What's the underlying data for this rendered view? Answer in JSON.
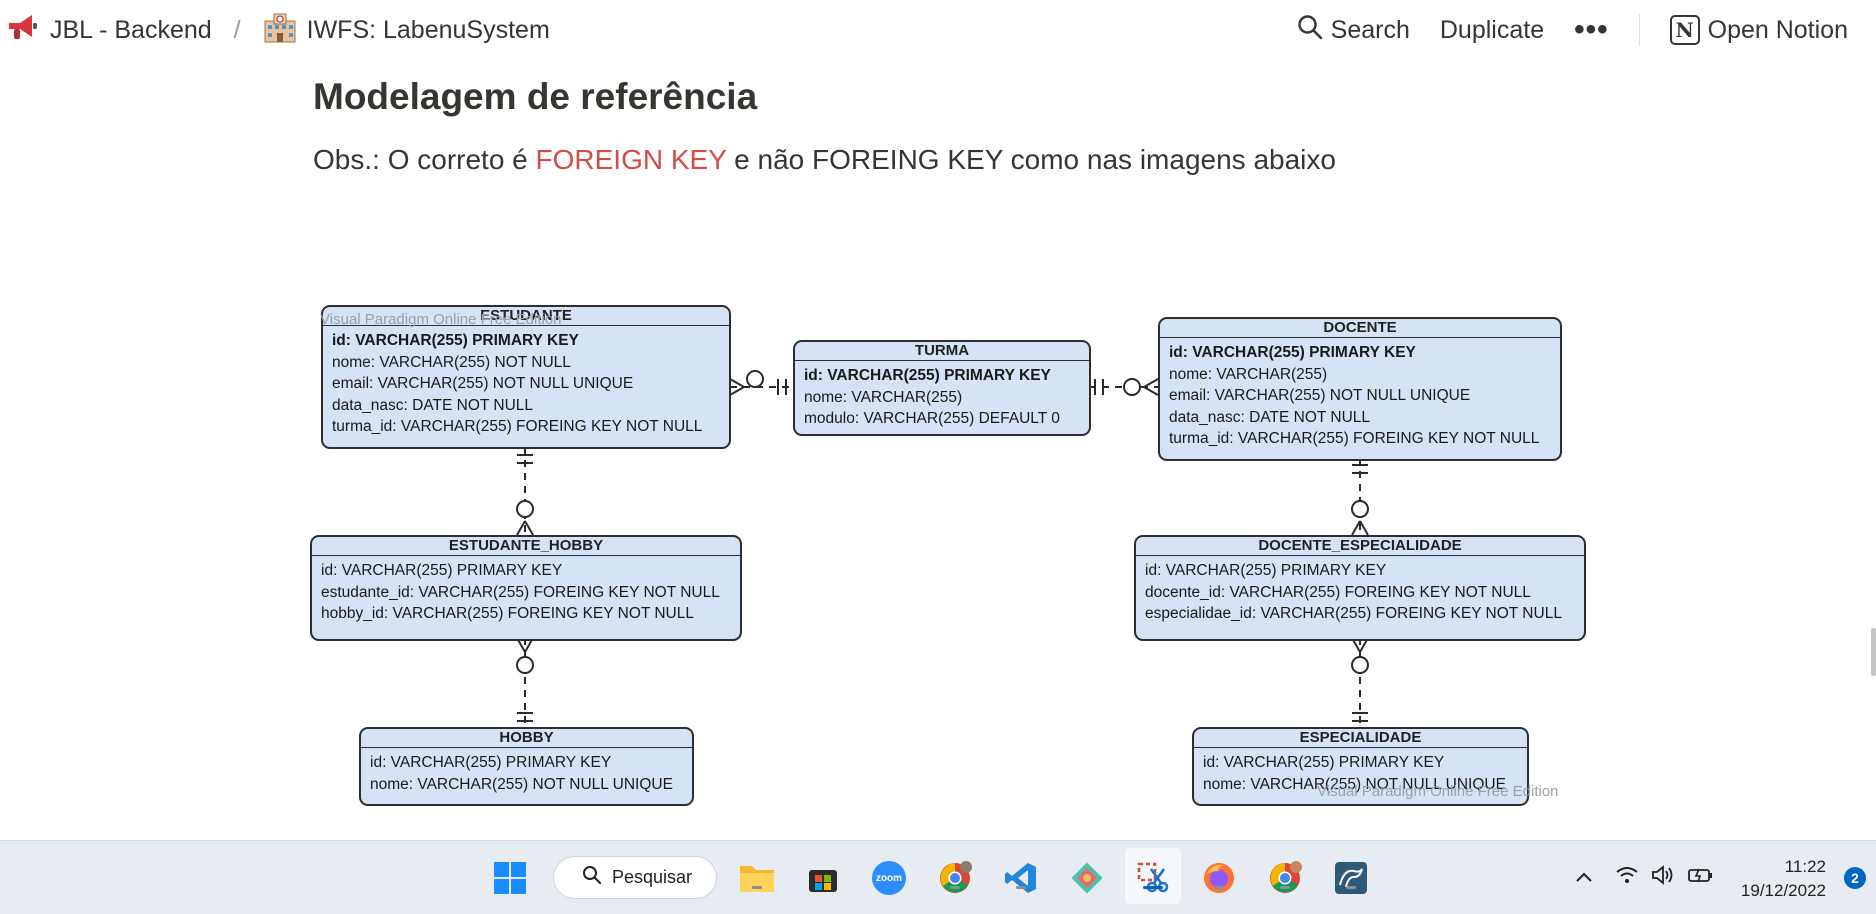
{
  "breadcrumb": {
    "items": [
      {
        "label": "JBL - Backend",
        "icon": "megaphone-icon"
      },
      {
        "label": "IWFS: LabenuSystem",
        "icon": "school-building-icon"
      }
    ],
    "separator": "/"
  },
  "topbar": {
    "search_label": "Search",
    "duplicate_label": "Duplicate",
    "more_label": "•••",
    "open_notion_label": "Open Notion"
  },
  "page": {
    "heading": "Modelagem de referência",
    "note_prefix": "Obs.: O correto é ",
    "note_highlight": "FOREIGN KEY",
    "note_suffix": " e não FOREING KEY como nas imagens abaixo"
  },
  "diagram": {
    "watermark_top": "Visual Paradigm Online Free Edition",
    "watermark_bottom": "Visual Paradigm Online Free Edition",
    "entities": {
      "estudante": {
        "title": "ESTUDANTE",
        "rows": [
          "id: VARCHAR(255) PRIMARY KEY",
          "nome: VARCHAR(255) NOT NULL",
          "email: VARCHAR(255) NOT NULL UNIQUE",
          "data_nasc: DATE NOT NULL",
          "turma_id: VARCHAR(255)  FOREING KEY NOT NULL"
        ]
      },
      "turma": {
        "title": "TURMA",
        "rows": [
          "id: VARCHAR(255)  PRIMARY KEY",
          "nome: VARCHAR(255)",
          "modulo: VARCHAR(255) DEFAULT 0"
        ]
      },
      "docente": {
        "title": "DOCENTE",
        "rows": [
          "id: VARCHAR(255)  PRIMARY KEY",
          "nome: VARCHAR(255)",
          "email: VARCHAR(255) NOT NULL UNIQUE",
          "data_nasc: DATE NOT NULL",
          "turma_id: VARCHAR(255) FOREING KEY NOT NULL"
        ]
      },
      "estudante_hobby": {
        "title": "ESTUDANTE_HOBBY",
        "rows": [
          "id: VARCHAR(255) PRIMARY KEY",
          "estudante_id: VARCHAR(255) FOREING KEY  NOT NULL",
          "hobby_id: VARCHAR(255) FOREING KEY NOT NULL"
        ]
      },
      "docente_especialidade": {
        "title": "DOCENTE_ESPECIALIDADE",
        "rows": [
          "id: VARCHAR(255) PRIMARY KEY",
          "docente_id: VARCHAR(255) FOREING KEY NOT NULL",
          "especialidae_id: VARCHAR(255) FOREING KEY NOT NULL"
        ]
      },
      "hobby": {
        "title": "HOBBY",
        "rows": [
          "id: VARCHAR(255) PRIMARY KEY",
          "nome: VARCHAR(255)  NOT NULL UNIQUE"
        ]
      },
      "especialidade": {
        "title": "ESPECIALIDADE",
        "rows": [
          "id: VARCHAR(255) PRIMARY KEY",
          "nome: VARCHAR(255)  NOT NULL UNIQUE"
        ]
      }
    }
  },
  "taskbar": {
    "search_label": "Pesquisar",
    "apps": [
      "windows-start-icon",
      "file-explorer-icon",
      "microsoft-store-icon",
      "zoom-icon",
      "chrome-profile-icon",
      "vscode-icon",
      "git-icon",
      "snipping-tool-icon",
      "firefox-icon",
      "chrome-profile-2-icon",
      "mysql-workbench-icon"
    ],
    "zoom_label": "zoom",
    "time": "11:22",
    "date": "19/12/2022",
    "notification_count": "2"
  }
}
